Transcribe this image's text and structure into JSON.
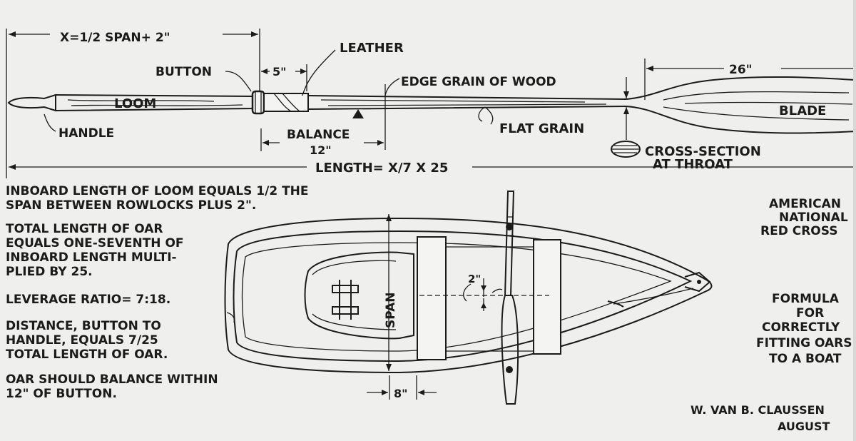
{
  "oar": {
    "x_formula": "X=1/2 SPAN+ 2\"",
    "button": "BUTTON",
    "five_in": "5\"",
    "leather": "LEATHER",
    "edge_grain": "EDGE GRAIN OF WOOD",
    "twenty_six": "26\"",
    "loom": "LOOM",
    "blade": "BLADE",
    "handle": "HANDLE",
    "balance": "BALANCE",
    "flat_grain": "FLAT GRAIN",
    "cross_section_1": "CROSS-SECTION",
    "cross_section_2": "AT THROAT",
    "twelve_in": "12\"",
    "length_formula": "LENGTH= X/7 X 25"
  },
  "notes": {
    "n1a": "INBOARD LENGTH OF LOOM EQUALS 1/2 THE",
    "n1b": "SPAN BETWEEN ROWLOCKS PLUS 2\".",
    "n2a": "TOTAL LENGTH OF OAR",
    "n2b": "EQUALS ONE-SEVENTH OF",
    "n2c": "INBOARD LENGTH MULTI-",
    "n2d": "PLIED BY 25.",
    "n3": "LEVERAGE RATIO= 7:18.",
    "n4a": "DISTANCE, BUTTON TO",
    "n4b": "HANDLE, EQUALS 7/25",
    "n4c": "TOTAL LENGTH OF OAR.",
    "n5a": "OAR SHOULD BALANCE WITHIN",
    "n5b": "12\" OF BUTTON."
  },
  "boat": {
    "span": "SPAN",
    "two_in": "2\"",
    "eight_in": "8\""
  },
  "credit": {
    "org1": "AMERICAN",
    "org2": "NATIONAL",
    "org3": "RED CROSS",
    "f1": "FORMULA",
    "f2": "FOR",
    "f3": "CORRECTLY",
    "f4": "FITTING OARS",
    "f5": "TO A BOAT",
    "author": "W. VAN B. CLAUSSEN",
    "month": "AUGUST"
  },
  "colors": {
    "ink": "#1b1b1b",
    "paper": "#efefed",
    "bleed": "#c9c9c7"
  }
}
